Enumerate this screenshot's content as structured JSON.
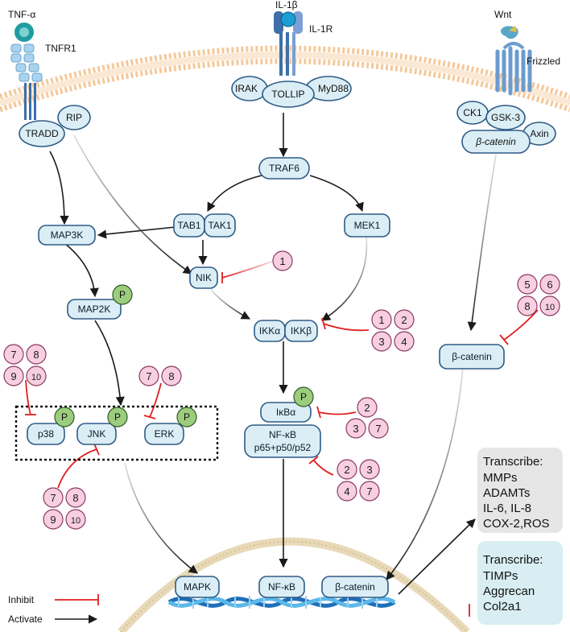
{
  "ligands": {
    "tnf": "TNF-α",
    "il1b": "IL-1β",
    "wnt": "Wnt"
  },
  "receptors": {
    "tnfr1": "TNFR1",
    "il1r": "IL-1R",
    "frizzled": "Frizzled"
  },
  "adapters": {
    "tradd": "TRADD",
    "rip": "RIP",
    "irak": "IRAK",
    "tollip": "TOLLIP",
    "myd88": "MyD88",
    "ck1": "CK1",
    "gsk3": "GSK-3",
    "axin": "Axin",
    "beta_catenin_complex": "β-catenin"
  },
  "nodes": {
    "traf6": "TRAF6",
    "tab1": "TAB1",
    "tak1": "TAK1",
    "map3k": "MAP3K",
    "nik": "NIK",
    "mek1": "MEK1",
    "map2k": "MAP2K",
    "ikka": "IKKα",
    "ikkb": "IKKβ",
    "beta_catenin": "β-catenin",
    "p38": "p38",
    "jnk": "JNK",
    "erk": "ERK",
    "ikba": "IκBα",
    "nfkb_line1": "NF-κB",
    "nfkb_line2": "p65+p50/p52"
  },
  "phospho": "P",
  "nucleus": {
    "mapk": "MAPK",
    "nfkb": "NF-κB",
    "beta_catenin": "β-catenin"
  },
  "inhibitors": {
    "nik": [
      "1"
    ],
    "ikk": [
      "1",
      "2",
      "3",
      "4"
    ],
    "beta_catenin": [
      "5",
      "6",
      "8",
      "10"
    ],
    "p38": [
      "7",
      "8",
      "9",
      "10"
    ],
    "erk": [
      "7",
      "8"
    ],
    "jnk": [
      "7",
      "8",
      "9",
      "10"
    ],
    "ikba": [
      "2",
      "3",
      "7"
    ],
    "nfkb": [
      "2",
      "3",
      "4",
      "7"
    ]
  },
  "transcribe_up": {
    "title": "Transcribe:",
    "items": [
      "MMPs",
      "ADAMTs",
      "IL-6, IL-8",
      "COX-2,ROS"
    ]
  },
  "transcribe_down": {
    "title": "Transcribe:",
    "items": [
      "TIMPs",
      "Aggrecan",
      "Col2a1"
    ]
  },
  "legend": {
    "inhibit": "Inhibit",
    "activate": "Activate"
  },
  "colors": {
    "inhibit": "#e02020",
    "activate": "#1a1a1a",
    "node_fill": "#dbeef5",
    "node_stroke": "#2f5b86",
    "number_fill": "#f7cfe0",
    "phospho_fill": "#9ccc7e",
    "transcribe_up_bg": "#e6e6e6",
    "transcribe_down_bg": "#d8eef2"
  }
}
